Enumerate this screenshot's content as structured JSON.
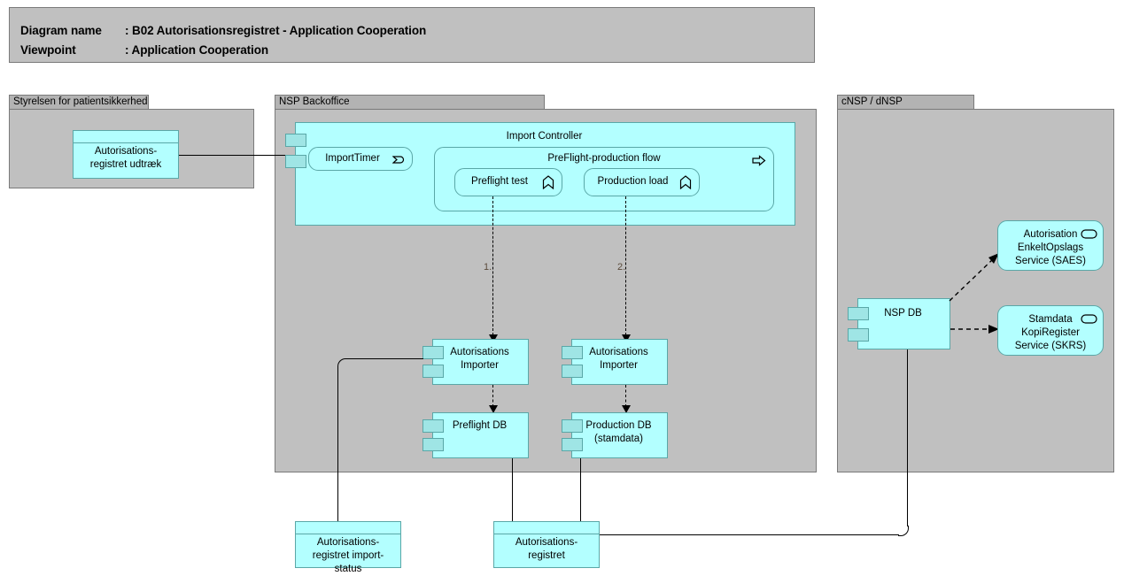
{
  "header": {
    "line1_label": "Diagram name",
    "line1_value": ": B02 Autorisationsregistret - Application Cooperation",
    "line2_label": "Viewpoint",
    "line2_value": ": Application Cooperation"
  },
  "groups": [
    {
      "id": "styrelsen",
      "label": "Styrelsen for patientsikkerhed"
    },
    {
      "id": "nsp-backoffice",
      "label": "NSP Backoffice"
    },
    {
      "id": "cnsp-dnsp",
      "label": "cNSP / dNSP"
    }
  ],
  "elements": {
    "udtraek": {
      "label": "Autorisations-\nregistret udtræk",
      "type": "data-object"
    },
    "import_controller": {
      "label": "Import Controller",
      "type": "application-component"
    },
    "import_timer": {
      "label": "ImportTimer",
      "type": "application-event",
      "icon": "application-event-icon"
    },
    "preflight_flow": {
      "label": "PreFlight-production flow",
      "type": "application-process",
      "icon": "application-process-icon"
    },
    "preflight_test": {
      "label": "Preflight test",
      "type": "application-function",
      "icon": "application-function-icon"
    },
    "production_load": {
      "label": "Production load",
      "type": "application-function",
      "icon": "application-function-icon"
    },
    "importer_left": {
      "label": "Autorisations\nImporter",
      "type": "application-component"
    },
    "importer_right": {
      "label": "Autorisations\nImporter",
      "type": "application-component"
    },
    "preflight_db": {
      "label": "Preflight DB",
      "type": "application-component"
    },
    "production_db": {
      "label": "Production DB\n(stamdata)",
      "type": "application-component"
    },
    "nsp_db": {
      "label": "NSP DB",
      "type": "application-component"
    },
    "saes": {
      "label": "Autorisation\nEnkeltOpslags\nService (SAES)",
      "type": "application-service",
      "icon": "application-service-icon"
    },
    "skrs": {
      "label": "Stamdata\nKopiRegister\nService (SKRS)",
      "type": "application-service",
      "icon": "application-service-icon"
    },
    "import_status": {
      "label": "Autorisations-\nregistret import-\nstatus",
      "type": "data-object"
    },
    "autorisationsregistret": {
      "label": "Autorisations-\nregistret",
      "type": "data-object"
    }
  },
  "flow_labels": {
    "step1": "1.",
    "step2": "2."
  },
  "colors": {
    "element_fill": "#b3ffff",
    "element_border": "#5aa7a7",
    "component_tab": "#9fe5e5",
    "group_fill": "#c0c0c0",
    "group_tab": "#b3b3b3",
    "group_border": "#7a7a7a",
    "connector": "#000000",
    "flow_label": "#5a4a3a"
  }
}
